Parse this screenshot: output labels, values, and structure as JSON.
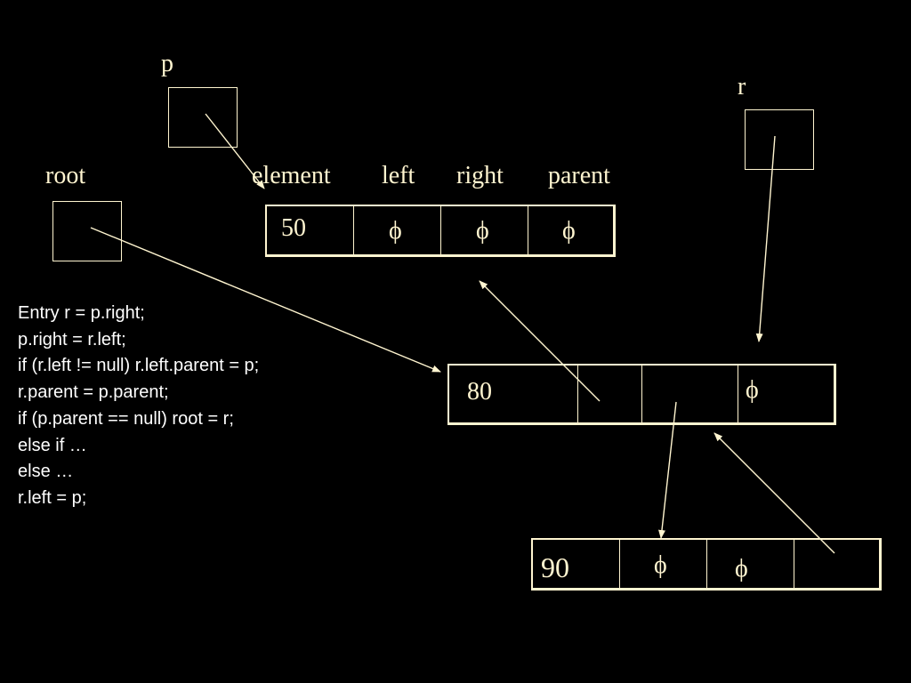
{
  "variables": {
    "p": "p",
    "r": "r",
    "root": "root"
  },
  "headers": {
    "element": "element",
    "left": "left",
    "right": "right",
    "parent": "parent"
  },
  "nodes": {
    "n50": {
      "element": "50",
      "left": "ϕ",
      "right": "ϕ",
      "parent": "ϕ"
    },
    "n80": {
      "element": "80",
      "parent": "ϕ"
    },
    "n90": {
      "element": "90",
      "left": "ϕ",
      "right": "ϕ"
    }
  },
  "code": [
    "Entry r = p.right;",
    "p.right = r.left;",
    "if (r.left != null) r.left.parent = p;",
    "r.parent = p.parent;",
    "if (p.parent == null) root = r;",
    "else if …",
    "else …",
    "r.left = p;"
  ],
  "colors": {
    "background": "#000000",
    "stroke": "#fff5d0",
    "code_text": "#ffffff"
  }
}
